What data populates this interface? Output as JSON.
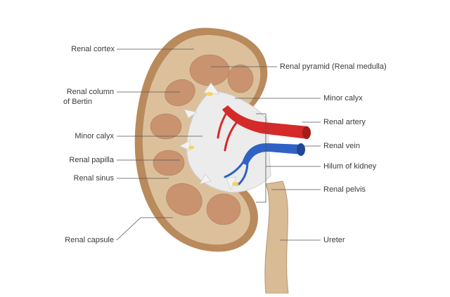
{
  "labels": {
    "renal_cortex": "Renal cortex",
    "renal_column_line1": "Renal column",
    "renal_column_line2": "of Bertin",
    "minor_calyx_left": "Minor calyx",
    "renal_papilla": "Renal papilla",
    "renal_sinus": "Renal sinus",
    "renal_capsule": "Renal capsule",
    "renal_pyramid": "Renal pyramid (Renal medulla)",
    "minor_calyx_right": "Minor calyx",
    "renal_artery": "Renal artery",
    "renal_vein": "Renal vein",
    "hilum": "Hilum of kidney",
    "renal_pelvis": "Renal pelvis",
    "ureter": "Ureter"
  },
  "colors": {
    "capsule": "#b98a5c",
    "cortex": "#dcc09c",
    "pyramid": "#c99370",
    "sinus": "#ececec",
    "artery": "#d42a2a",
    "vein": "#2f62c4",
    "ureter": "#d9bb96",
    "fat": "#f1d36a",
    "leader": "#555555"
  }
}
